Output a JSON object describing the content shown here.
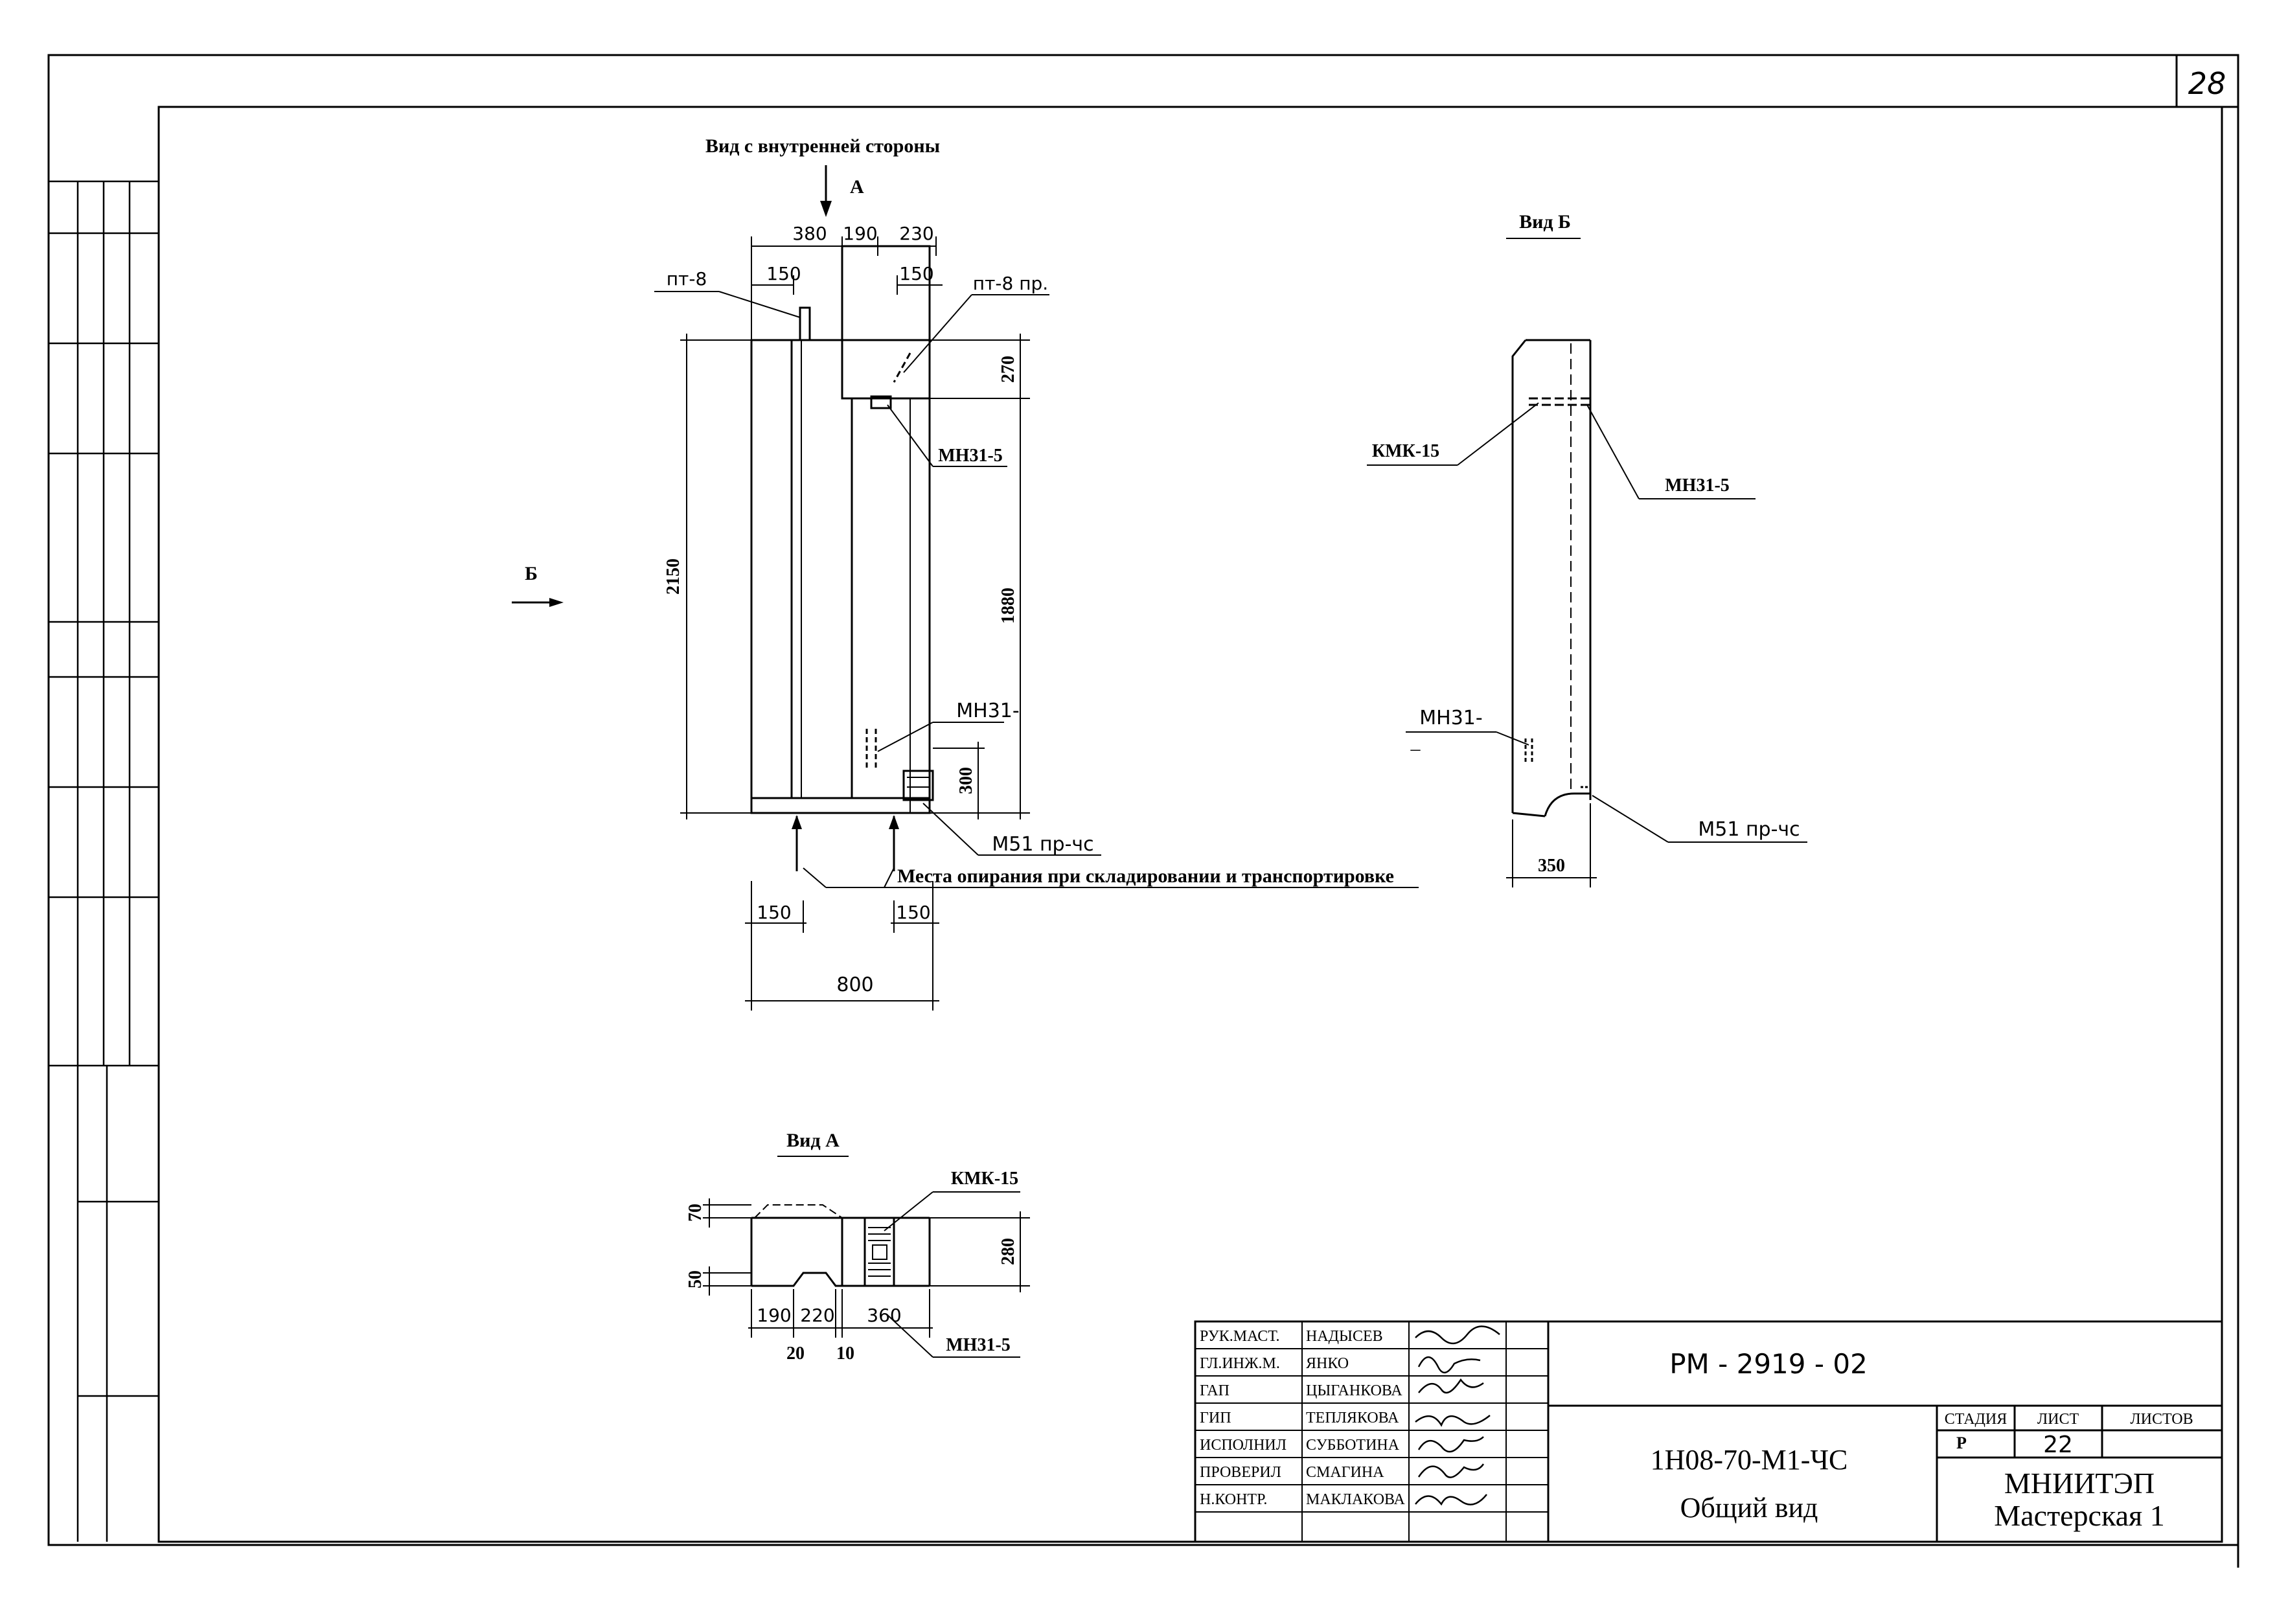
{
  "sheet_number": "28",
  "main_view": {
    "title": "Вид с внутренней стороны",
    "arrow_label": "А",
    "view_b_arrow_label": "Б",
    "dims": {
      "top_380": "380",
      "top_190": "190",
      "top_230": "230",
      "left_150": "150",
      "right_150": "150",
      "h_270": "270",
      "h_1880": "1880",
      "h_2150": "2150",
      "h_300": "300",
      "b_150_left": "150",
      "b_150_right": "150",
      "b_800": "800"
    },
    "labels": {
      "pt8": "пт-8",
      "pt8pr": "пт-8 пр.",
      "mn315": "МН31-5",
      "mn31": "МН31-",
      "m51": "М51 пр-чс",
      "support": "Места опирания при складировании и транспортировке"
    }
  },
  "view_b": {
    "title": "Вид Б",
    "kmk": "КМК-15",
    "mn315": "МН31-5",
    "mn31": "МН31-",
    "mn31_dash": "–",
    "m51": "М51 пр-чс",
    "dim_350": "350"
  },
  "view_a": {
    "title": "Вид А",
    "kmk": "КМК-15",
    "mn315": "МН31-5",
    "dims": {
      "d70": "70",
      "d50": "50",
      "d280": "280",
      "d190": "190",
      "d220": "220",
      "d360": "360",
      "d20": "20",
      "d10": "10"
    }
  },
  "title_block": {
    "roles": [
      {
        "role": "РУК.МАСТ.",
        "name": "НАДЫСЕВ"
      },
      {
        "role": "ГЛ.ИНЖ.М.",
        "name": "ЯНКО"
      },
      {
        "role": "ГАП",
        "name": "ЦЫГАНКОВА"
      },
      {
        "role": "ГИП",
        "name": "ТЕПЛЯКОВА"
      },
      {
        "role": "ИСПОЛНИЛ",
        "name": "СУББОТИНА"
      },
      {
        "role": "ПРОВЕРИЛ",
        "name": "СМАГИНА"
      },
      {
        "role": "Н.КОНТР.",
        "name": "МАКЛАКОВА"
      }
    ],
    "project_code": "РМ - 2919 - 02",
    "drawing_code": "1Н08-70-М1-ЧС",
    "drawing_title": "Общий вид",
    "stage_header": "СТАДИЯ",
    "sheet_header": "ЛИСТ",
    "sheets_header": "ЛИСТОВ",
    "stage_value": "Р",
    "sheet_value": "22",
    "sheets_value": "",
    "org_name": "МНИИТЭП",
    "org_unit": "Мастерская 1"
  }
}
